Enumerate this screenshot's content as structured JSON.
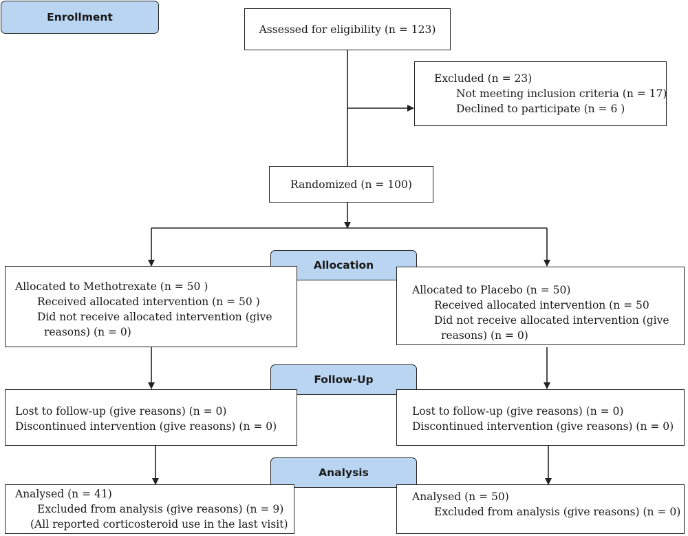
{
  "labels": {
    "enrollment": "Enrollment",
    "allocation": "Allocation",
    "follow_up": "Follow-Up",
    "analysis": "Analysis"
  },
  "assessed": "Assessed for eligibility (n = 123)",
  "excluded": {
    "title": "Excluded (n = 23)",
    "items": [
      "Not meeting inclusion criteria (n = 17)",
      "Declined to participate (n = 6 )"
    ]
  },
  "randomized": "Randomized (n = 100)",
  "left": {
    "allocation": {
      "title": "Allocated to Methotrexate (n = 50 )",
      "received": "Received allocated intervention (n = 50 )",
      "not_received": "Did not receive allocated intervention (give",
      "not_received_cont": "reasons) (n = 0)"
    },
    "follow_up": {
      "lost": "Lost to follow-up (give reasons) (n = 0)",
      "discontinued": "Discontinued intervention (give reasons) (n = 0)"
    },
    "analysis": {
      "analysed": "Analysed (n = 41)",
      "excluded": "Excluded from analysis (give reasons) (n = 9)",
      "note": "(All reported corticosteroid use in the last visit)"
    }
  },
  "right": {
    "allocation": {
      "title": "Allocated to Placebo (n = 50)",
      "received": "Received allocated intervention (n = 50",
      "not_received": "Did not receive allocated intervention (give",
      "not_received_cont": "reasons) (n =  0)"
    },
    "follow_up": {
      "lost": "Lost to follow-up (give reasons) (n = 0)",
      "discontinued": "Discontinued intervention (give reasons) (n = 0)"
    },
    "analysis": {
      "analysed": "Analysed (n = 50)",
      "excluded": "Excluded from analysis (give reasons) (n = 0)"
    }
  },
  "colors": {
    "label_fill": "#b9d5f2",
    "stroke": "#222222"
  }
}
